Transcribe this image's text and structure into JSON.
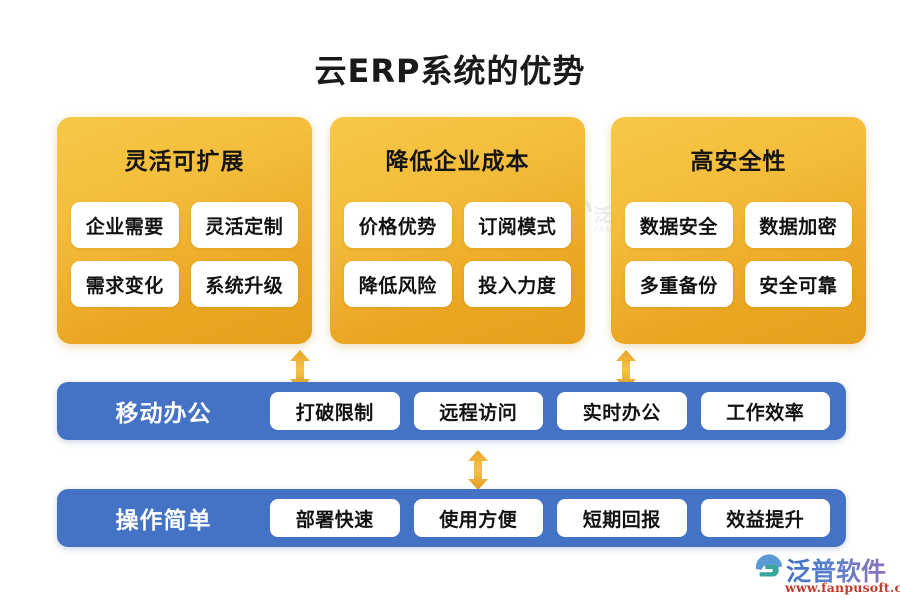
{
  "title": "云ERP系统的优势",
  "colors": {
    "orange_light": "#f7c846",
    "orange_dark": "#e5a01d",
    "blue": "#4472c4",
    "pill_white": "#ffffff",
    "arrow_orange": "#f0ad2c",
    "logo_url_red": "#c0392b",
    "background": "#ffffff"
  },
  "panels": [
    {
      "title": "灵活可扩展",
      "items": [
        "企业需要",
        "灵活定制",
        "需求变化",
        "系统升级"
      ]
    },
    {
      "title": "降低企业成本",
      "items": [
        "价格优势",
        "订阅模式",
        "降低风险",
        "投入力度"
      ]
    },
    {
      "title": "高安全性",
      "items": [
        "数据安全",
        "数据加密",
        "多重备份",
        "安全可靠"
      ]
    }
  ],
  "bars": [
    {
      "label": "移动办公",
      "items": [
        "打破限制",
        "远程访问",
        "实时办公",
        "工作效率"
      ]
    },
    {
      "label": "操作简单",
      "items": [
        "部署快速",
        "使用方便",
        "短期回报",
        "效益提升"
      ]
    }
  ],
  "arrows": [
    {
      "name": "double-arrow-panel1-to-bar1"
    },
    {
      "name": "double-arrow-panel3-to-bar1"
    },
    {
      "name": "double-arrow-bar1-to-bar2"
    }
  ],
  "watermark": {
    "text": "泛普软件",
    "sub": "FANPU SOFTWARE"
  },
  "logo": {
    "name": "泛普软件",
    "url": "www.fanpusoft.com"
  }
}
